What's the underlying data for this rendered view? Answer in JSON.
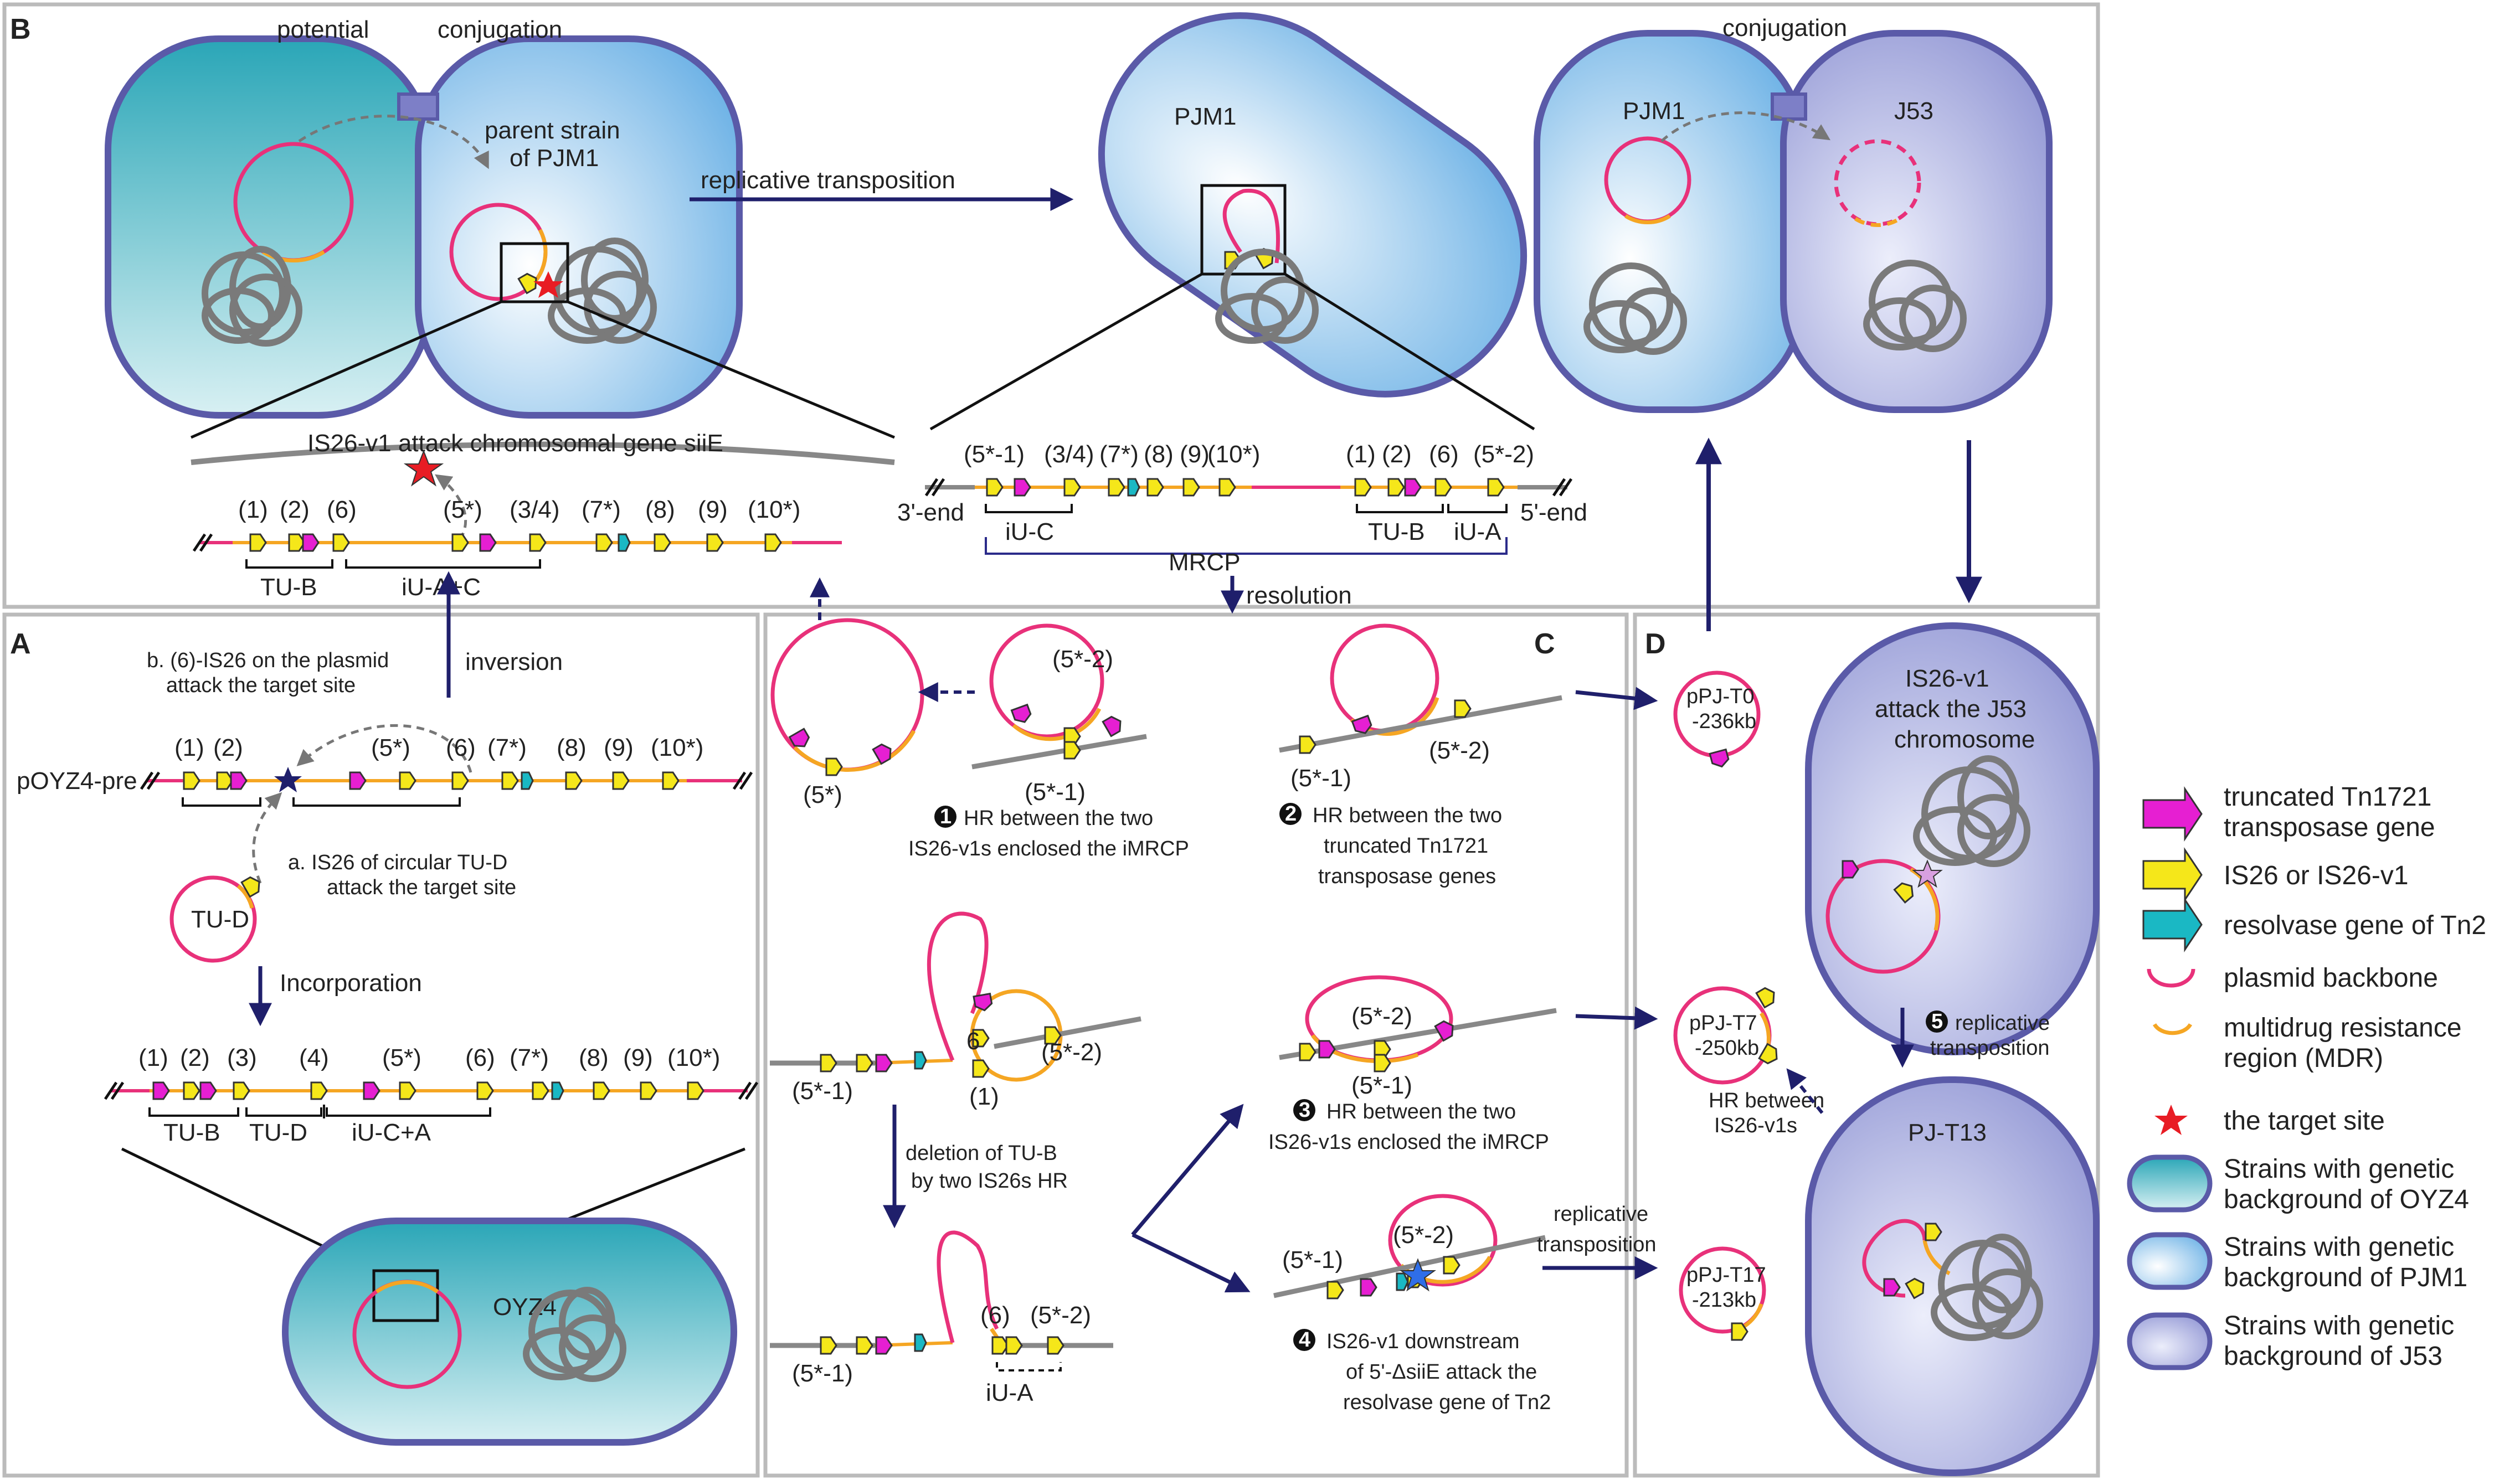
{
  "panels": {
    "A": "A",
    "B": "B",
    "C": "C",
    "D": "D"
  },
  "colors": {
    "plasmid": "#e8317a",
    "mdr": "#f5a623",
    "is26": "#f5e71a",
    "tnp": "#e61fd2",
    "resolvase": "#1ab8c4",
    "navy": "#1f1f6b",
    "chrom": "#7a7a7a",
    "cell_oyz4": "#44b8c8",
    "cell_pjm1": "#8ec6ec",
    "cell_j53": "#9fa3d9",
    "target": "#e81c24"
  },
  "panelB": {
    "potential": "potential",
    "conjugation1": "conjugation",
    "parent1": "parent strain",
    "parent2": "of PJM1",
    "replicative": "replicative transposition",
    "pjm1": "PJM1",
    "conjugation2": "conjugation",
    "pjm1b": "PJM1",
    "j53": "J53",
    "attack": "IS26-v1  attack chromosomal gene siiE",
    "leftmap": {
      "labels": [
        "(1)",
        "(2)",
        "(6)",
        "(5*)",
        "(3/4)",
        "(7*)",
        "(8)",
        "(9)",
        "(10*)"
      ],
      "tub": "TU-B",
      "iuac": "iU-A+C"
    },
    "rightmap": {
      "labels": [
        "(5*-1)",
        "(3/4)",
        "(7*)",
        "(8)",
        "(9)",
        "(10*)",
        "(1)",
        "(2)",
        "(6)",
        "(5*-2)"
      ],
      "end3": "3'-end",
      "end5": "5'-end",
      "iuc": "iU-C",
      "tub": "TU-B",
      "iua": "iU-A",
      "mrcp": "MRCP",
      "resolution": "resolution"
    }
  },
  "panelA": {
    "inversion": "inversion",
    "b1": "b. (6)-IS26 on the plasmid",
    "b2": "attack the target site",
    "pre": "pOYZ4-pre",
    "prelabels": [
      "(1)",
      "(2)",
      "(5*)",
      "(6)",
      "(7*)",
      "(8)",
      "(9)",
      "(10*)"
    ],
    "a1": "a. IS26 of circular TU-D",
    "a2": "attack the target site",
    "tud": "TU-D",
    "incorporation": "Incorporation",
    "maplabels": [
      "(1)",
      "(2)",
      "(3)",
      "(4)",
      "(5*)",
      "(6)",
      "(7*)",
      "(8)",
      "(9)",
      "(10*)"
    ],
    "tub": "TU-B",
    "tud2": "TU-D",
    "iuca": "iU-C+A",
    "oyz4": "OYZ4"
  },
  "panelC": {
    "s1": {
      "num": "1",
      "l1": "HR between the two",
      "l2": "IS26-v1s enclosed the iMRCP"
    },
    "s2": {
      "num": "2",
      "l1": "HR between the two",
      "l2": "truncated Tn1721",
      "l3": "transposase genes"
    },
    "s3": {
      "num": "3",
      "l1": "HR between the two",
      "l2": "IS26-v1s enclosed the iMRCP"
    },
    "s4": {
      "num": "4",
      "l1": "IS26-v1 downstream",
      "l2": "of 5'-ΔsiiE attack the",
      "l3": "resolvase gene of Tn2"
    },
    "del1": "deletion of TU-B",
    "del2": "by two IS26s HR",
    "lab5s": "(5*)",
    "lab52": "(5*-2)",
    "lab51": "(5*-1)",
    "lab6": "6",
    "lab1": "(1)",
    "lab6b": "(6)",
    "iua": "iU-A",
    "rep1": "replicative",
    "rep2": "transposition"
  },
  "panelD": {
    "t0a": "pPJ-T0",
    "t0b": "-236kb",
    "t7a": "pPJ-T7",
    "t7b": "-250kb",
    "t17a": "pPJ-T17",
    "t17b": "-213kb",
    "j53a": "IS26-v1",
    "j53b": "attack the J53",
    "j53c": "chromosome",
    "hr1": "HR between",
    "hr2": "IS26-v1s",
    "s5num": "5",
    "s5a": "replicative",
    "s5b": "transposition",
    "t13": "PJ-T13"
  },
  "legend": {
    "tnp1": "truncated Tn1721",
    "tnp2": "transposase gene",
    "is26": "IS26 or IS26-v1",
    "res": "resolvase gene of Tn2",
    "bb": "plasmid backbone",
    "mdr1": "multidrug resistance",
    "mdr2": "region (MDR)",
    "target": "the target site",
    "o1": "Strains with genetic",
    "o2": "background of OYZ4",
    "p1": "Strains with genetic",
    "p2": "background of PJM1",
    "j1": "Strains with genetic",
    "j2": "background of J53"
  }
}
